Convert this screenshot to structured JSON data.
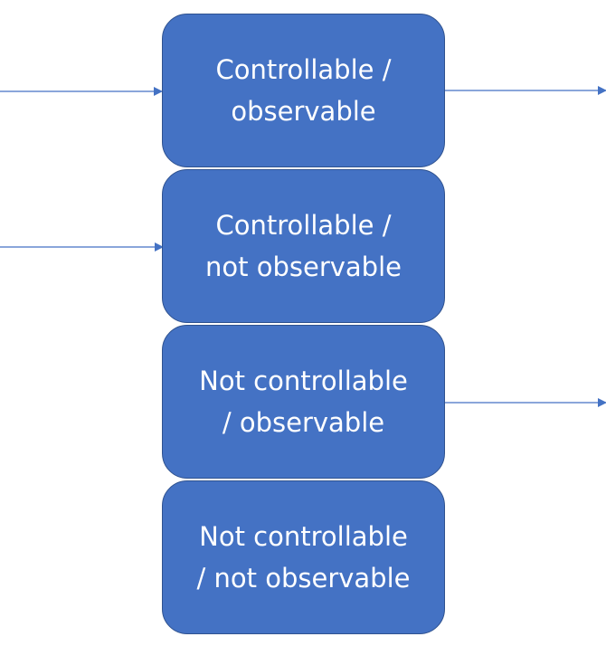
{
  "diagram": {
    "blocks": [
      {
        "line1": "Controllable /",
        "line2": "observable",
        "has_input": true,
        "has_output": true
      },
      {
        "line1": "Controllable /",
        "line2": "not observable",
        "has_input": true,
        "has_output": false
      },
      {
        "line1": "Not controllable",
        "line2": "/ observable",
        "has_input": false,
        "has_output": true
      },
      {
        "line1": "Not controllable",
        "line2": "/ not observable",
        "has_input": false,
        "has_output": false
      }
    ]
  },
  "colors": {
    "block_fill": "#4472c4",
    "block_border": "#2f528f",
    "block_text": "#ffffff",
    "arrow": "#4472c4"
  }
}
